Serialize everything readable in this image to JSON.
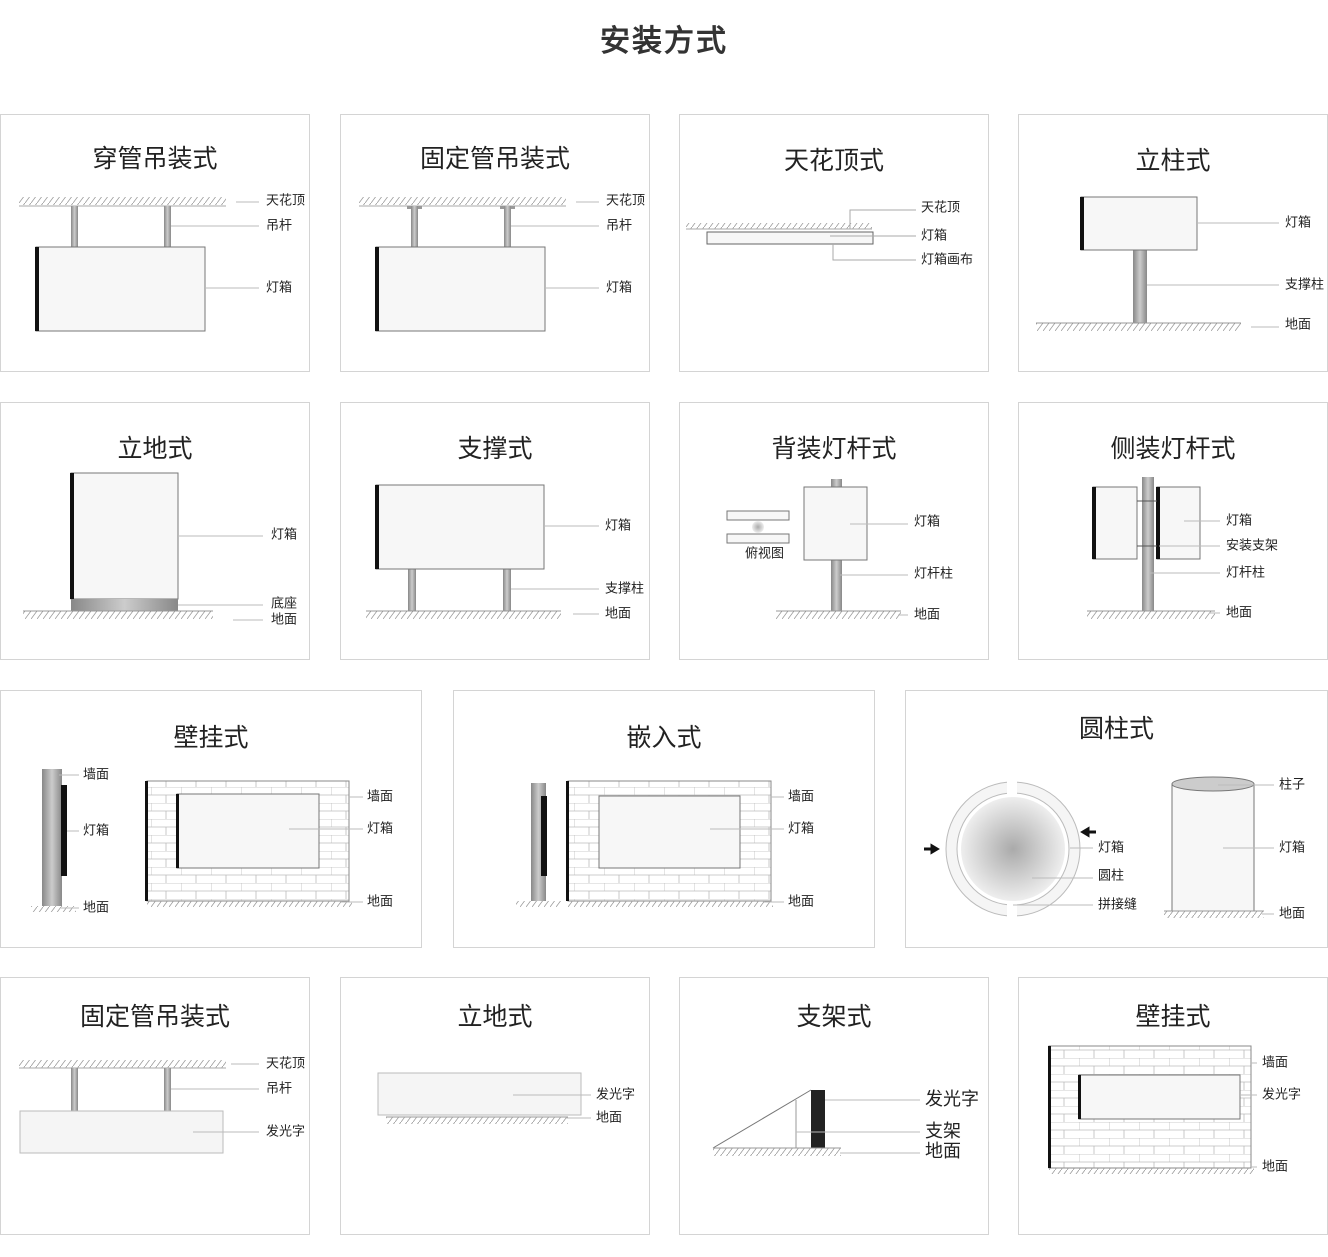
{
  "title": "安装方式",
  "panels": [
    {
      "title": "穿管吊装式",
      "labels": [
        "天花顶",
        "吊杆",
        "灯箱"
      ]
    },
    {
      "title": "固定管吊装式",
      "labels": [
        "天花顶",
        "吊杆",
        "灯箱"
      ]
    },
    {
      "title": "天花顶式",
      "labels": [
        "天花顶",
        "灯箱",
        "灯箱画布"
      ]
    },
    {
      "title": "立柱式",
      "labels": [
        "灯箱",
        "支撑柱",
        "地面"
      ]
    },
    {
      "title": "立地式",
      "labels": [
        "灯箱",
        "底座",
        "地面"
      ]
    },
    {
      "title": "支撑式",
      "labels": [
        "灯箱",
        "支撑柱",
        "地面"
      ]
    },
    {
      "title": "背装灯杆式",
      "labels": [
        "灯箱",
        "灯杆柱",
        "地面"
      ],
      "caption": "俯视图"
    },
    {
      "title": "侧装灯杆式",
      "labels": [
        "灯箱",
        "安装支架",
        "灯杆柱",
        "地面"
      ]
    },
    {
      "title": "壁挂式",
      "labels": [
        "墙面",
        "灯箱",
        "地面",
        "墙面",
        "灯箱",
        "地面"
      ]
    },
    {
      "title": "嵌入式",
      "labels": [
        "墙面",
        "灯箱",
        "地面"
      ]
    },
    {
      "title": "圆柱式",
      "labels": [
        "灯箱",
        "圆柱",
        "拼接缝",
        "柱子",
        "灯箱",
        "地面"
      ]
    },
    {
      "title": "固定管吊装式",
      "labels": [
        "天花顶",
        "吊杆",
        "发光字"
      ]
    },
    {
      "title": "立地式",
      "labels": [
        "发光字",
        "地面"
      ]
    },
    {
      "title": "支架式",
      "labels": [
        "发光字",
        "支架",
        "地面"
      ]
    },
    {
      "title": "壁挂式",
      "labels": [
        "墙面",
        "发光字",
        "地面"
      ]
    }
  ]
}
